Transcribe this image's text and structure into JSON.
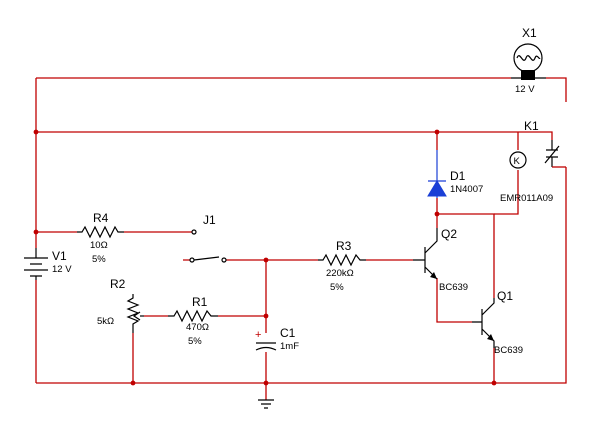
{
  "components": {
    "v1": {
      "ref": "V1",
      "value": "12 V"
    },
    "r4": {
      "ref": "R4",
      "value": "10Ω",
      "tol": "5%"
    },
    "j1": {
      "ref": "J1"
    },
    "r3": {
      "ref": "R3",
      "value": "220kΩ",
      "tol": "5%"
    },
    "r2": {
      "ref": "R2",
      "value": "5kΩ"
    },
    "r1": {
      "ref": "R1",
      "value": "470Ω",
      "tol": "5%"
    },
    "c1": {
      "ref": "C1",
      "value": "1mF",
      "polarity": "+"
    },
    "d1": {
      "ref": "D1",
      "value": "1N4007"
    },
    "q2": {
      "ref": "Q2",
      "value": "BC639"
    },
    "q1": {
      "ref": "Q1",
      "value": "BC639"
    },
    "k1": {
      "ref": "K1",
      "value": "EMR011A09",
      "coil_symbol": "K"
    },
    "x1": {
      "ref": "X1",
      "value": "12 V"
    }
  },
  "colors": {
    "wire": "#c00000",
    "component": "#000000",
    "diode_fill": "#1a3fd6",
    "lamp_base": "#000000"
  }
}
